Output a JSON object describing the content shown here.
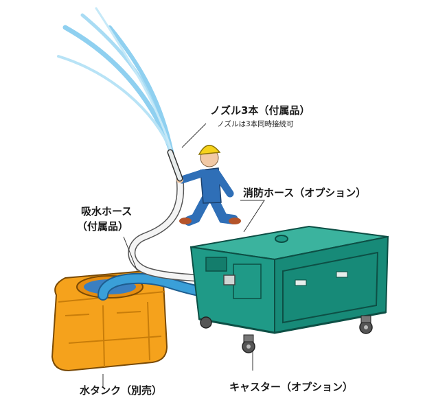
{
  "labels": {
    "nozzle": "ノズル3本（付属品）",
    "nozzle_note": "ノズルは3本同時接続可",
    "fire_hose": "消防ホース（オプション）",
    "suction_hose_line1": "吸水ホース",
    "suction_hose_line2": "（付属品）",
    "water_tank": "水タンク（別売）",
    "caster": "キャスター（オプション）"
  },
  "colors": {
    "machine_teal": "#1f9a87",
    "tank_orange": "#f5a21c",
    "suction_hose_blue": "#3a9fd8",
    "worker_blue": "#2f6fb7",
    "helmet_yellow": "#f6d21b",
    "water_spray": "#8fd0f0"
  }
}
